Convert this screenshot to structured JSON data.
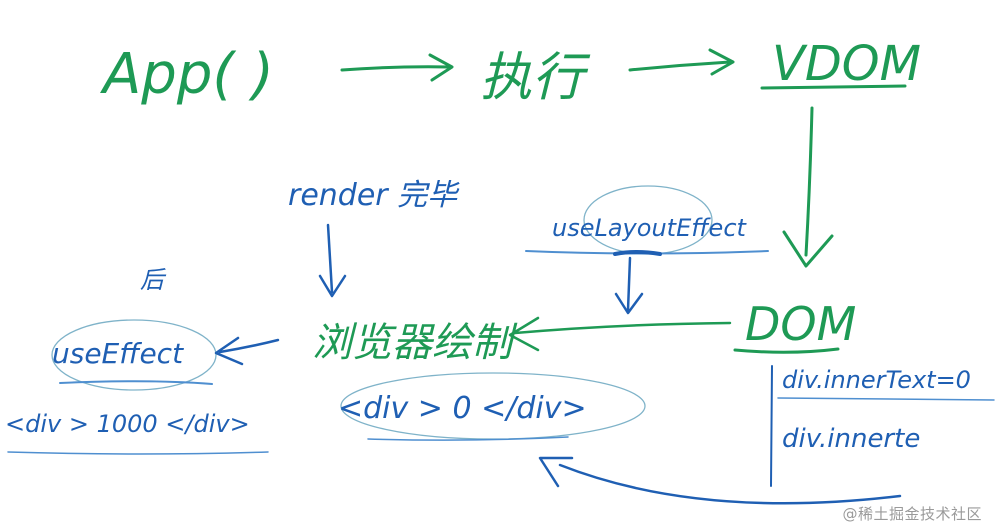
{
  "diagram": {
    "nodes": {
      "app": "App( )",
      "execute": "执行",
      "vdom": "VDOM",
      "dom": "DOM",
      "render_done": "render 完毕",
      "use_layout_effect": "useLayoutEffect",
      "browser_paint": "浏览器绘制",
      "div_zero": "<div > 0 </div>",
      "then": "后",
      "use_effect": "useEffect",
      "div_thousand": "<div > 1000 </div>",
      "inner_text_zero": "div.innerText=0",
      "inner_text_partial": "div.innerte"
    },
    "colors": {
      "green_ink": "#1e9a55",
      "blue_ink": "#1f5fb3",
      "light_blue": "#4f8fd0",
      "ring": "#7fb3c9"
    }
  },
  "watermark": "@稀土掘金技术社区"
}
